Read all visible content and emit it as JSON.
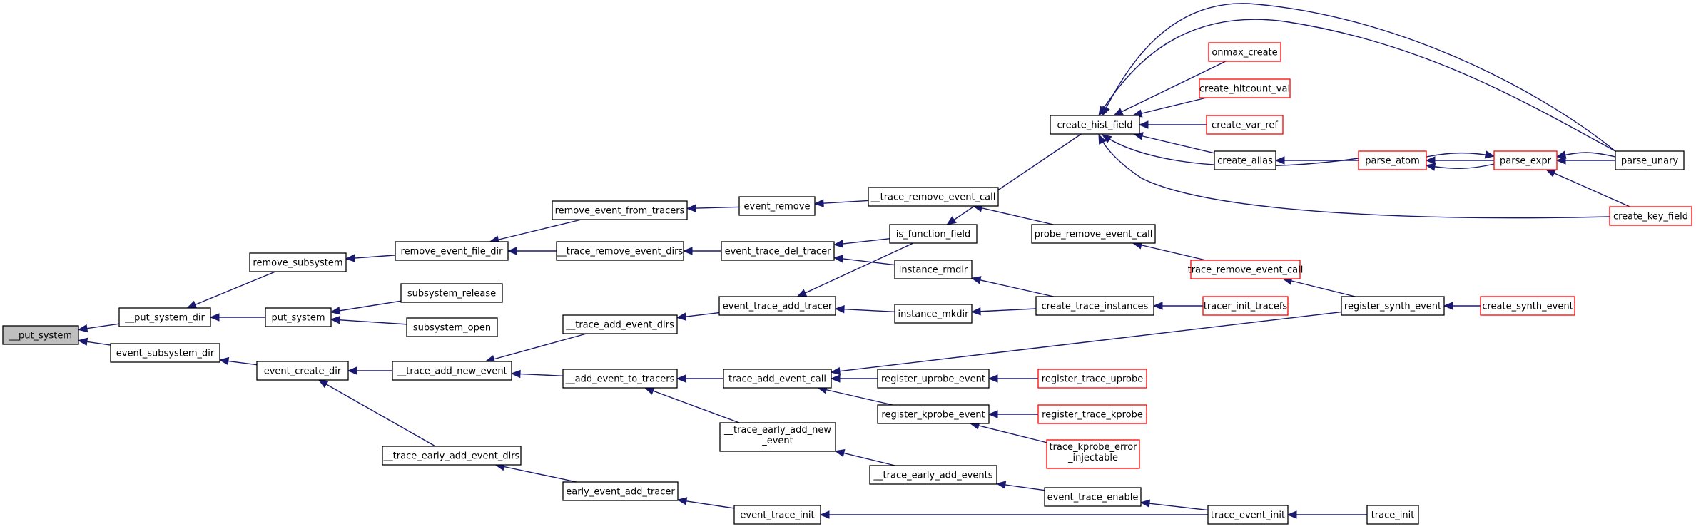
{
  "graph": {
    "nodes": {
      "put_system": {
        "label": "__put_system"
      },
      "put_system_dir": {
        "label": "__put_system_dir"
      },
      "event_subsystem_dir": {
        "label": "event_subsystem_dir"
      },
      "remove_subsystem": {
        "label": "remove_subsystem"
      },
      "put_system2": {
        "label": "put_system"
      },
      "event_create_dir": {
        "label": "event_create_dir"
      },
      "remove_event_file_dir": {
        "label": "remove_event_file_dir"
      },
      "subsystem_release": {
        "label": "subsystem_release"
      },
      "subsystem_open": {
        "label": "subsystem_open"
      },
      "trace_add_new_event": {
        "label": "__trace_add_new_event"
      },
      "trace_early_add_event_dirs": {
        "label": "__trace_early_add_event_dirs"
      },
      "remove_event_from_tracers": {
        "label": "remove_event_from_tracers"
      },
      "trace_remove_event_dirs": {
        "label": "__trace_remove_event_dirs"
      },
      "trace_add_event_dirs": {
        "label": "__trace_add_event_dirs"
      },
      "add_event_to_tracers": {
        "label": "__add_event_to_tracers"
      },
      "early_event_add_tracer": {
        "label": "early_event_add_tracer"
      },
      "event_remove": {
        "label": "event_remove"
      },
      "event_trace_del_tracer": {
        "label": "event_trace_del_tracer"
      },
      "event_trace_add_tracer": {
        "label": "event_trace_add_tracer"
      },
      "trace_add_event_call": {
        "label": "trace_add_event_call"
      },
      "trace_early_add_new_event": {
        "label": [
          "__trace_early_add_new",
          "_event"
        ]
      },
      "event_trace_init": {
        "label": "event_trace_init"
      },
      "trace_remove_event_call": {
        "label": "__trace_remove_event_call"
      },
      "is_function_field": {
        "label": "is_function_field"
      },
      "instance_rmdir": {
        "label": "instance_rmdir"
      },
      "instance_mkdir": {
        "label": "instance_mkdir"
      },
      "register_uprobe_event": {
        "label": "register_uprobe_event"
      },
      "register_kprobe_event": {
        "label": "register_kprobe_event"
      },
      "trace_early_add_events": {
        "label": "__trace_early_add_events"
      },
      "create_hist_field": {
        "label": "create_hist_field"
      },
      "probe_remove_event_call": {
        "label": "probe_remove_event_call"
      },
      "create_trace_instances": {
        "label": "create_trace_instances"
      },
      "register_trace_uprobe": {
        "label": "register_trace_uprobe"
      },
      "register_trace_kprobe": {
        "label": "register_trace_kprobe"
      },
      "trace_kprobe_error_injectable": {
        "label": [
          "trace_kprobe_error",
          "_injectable"
        ]
      },
      "event_trace_enable": {
        "label": "event_trace_enable"
      },
      "onmax_create": {
        "label": "onmax_create"
      },
      "create_hitcount_val": {
        "label": "create_hitcount_val"
      },
      "create_var_ref": {
        "label": "create_var_ref"
      },
      "create_alias": {
        "label": "create_alias"
      },
      "trace_remove_event_call2": {
        "label": "trace_remove_event_call"
      },
      "tracer_init_tracefs": {
        "label": "tracer_init_tracefs"
      },
      "trace_event_init": {
        "label": "trace_event_init"
      },
      "parse_atom": {
        "label": "parse_atom"
      },
      "register_synth_event": {
        "label": "register_synth_event"
      },
      "trace_init": {
        "label": "trace_init"
      },
      "parse_expr": {
        "label": "parse_expr"
      },
      "create_synth_event": {
        "label": "create_synth_event"
      },
      "parse_unary": {
        "label": "parse_unary"
      },
      "create_key_field": {
        "label": "create_key_field"
      }
    },
    "colors": {
      "edge": "#191970",
      "node_border": "#000000",
      "truncated_border": "#ff0000",
      "root_fill": "#bfbfbf"
    }
  }
}
